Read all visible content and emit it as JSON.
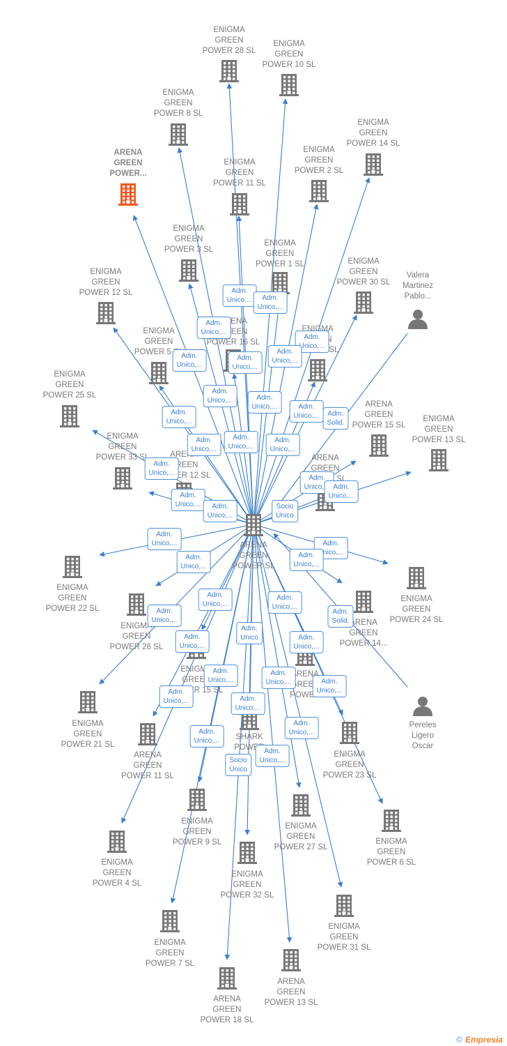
{
  "colors": {
    "edge": "#3a7fd0",
    "company": "#777777",
    "focus": "#ee5a24",
    "person": "#777777"
  },
  "diagram": {
    "center": {
      "id": "c",
      "label": "ARENA\nGREEN\nPOWER  SL"
    },
    "nodes": [
      {
        "id": "n1",
        "type": "company",
        "label": "ENIGMA\nGREEN\nPOWER 28  SL",
        "icon": "building-icon"
      },
      {
        "id": "n2",
        "type": "company",
        "label": "ENIGMA\nGREEN\nPOWER 10  SL",
        "icon": "building-icon"
      },
      {
        "id": "n3",
        "type": "company",
        "label": "ENIGMA\nGREEN\nPOWER 8  SL",
        "icon": "building-icon"
      },
      {
        "id": "n4",
        "type": "company",
        "label": "ENIGMA\nGREEN\nPOWER 14  SL",
        "icon": "building-icon"
      },
      {
        "id": "n5",
        "type": "company",
        "label": "ARENA\nGREEN\nPOWER...",
        "icon": "building-icon",
        "focus": true
      },
      {
        "id": "n6",
        "type": "company",
        "label": "ENIGMA\nGREEN\nPOWER 2  SL",
        "icon": "building-icon"
      },
      {
        "id": "n7",
        "type": "company",
        "label": "ENIGMA\nGREEN\nPOWER 11  SL",
        "icon": "building-icon"
      },
      {
        "id": "n8",
        "type": "company",
        "label": "ENIGMA\nGREEN\nPOWER 3  SL",
        "icon": "building-icon"
      },
      {
        "id": "n9",
        "type": "company",
        "label": "ENIGMA\nGREEN\nPOWER 1  SL",
        "icon": "building-icon"
      },
      {
        "id": "n10",
        "type": "company",
        "label": "ENIGMA\nGREEN\nPOWER 30  SL",
        "icon": "building-icon"
      },
      {
        "id": "n11",
        "type": "person",
        "label": "Valera\nMartinez\nPablo...",
        "icon": "person-icon"
      },
      {
        "id": "n12",
        "type": "company",
        "label": "ENIGMA\nGREEN\nPOWER 12  SL",
        "icon": "building-icon"
      },
      {
        "id": "n13",
        "type": "company",
        "label": "ARENA\nGREEN\nPOWER 16  SL",
        "icon": "building-icon"
      },
      {
        "id": "n14",
        "type": "company",
        "label": "ENIGMA\nGREEN\nPOWER 5  SL",
        "icon": "building-icon"
      },
      {
        "id": "n15",
        "type": "company",
        "label": "ENIGMA\nGREEN\nPOWER  SL",
        "icon": "building-icon"
      },
      {
        "id": "n16",
        "type": "company",
        "label": "ENIGMA\nGREEN\nPOWER 25  SL",
        "icon": "building-icon"
      },
      {
        "id": "n17",
        "type": "company",
        "label": "ARENA\nGREEN\nPOWER 15  SL",
        "icon": "building-icon"
      },
      {
        "id": "n18",
        "type": "company",
        "label": "ENIGMA\nGREEN\nPOWER 13  SL",
        "icon": "building-icon"
      },
      {
        "id": "n19",
        "type": "company",
        "label": "ENIGMA\nGREEN\nPOWER 33  SL",
        "icon": "building-icon"
      },
      {
        "id": "n20",
        "type": "company",
        "label": "ARENA\nGREEN\nPOWER 12  SL",
        "icon": "building-icon"
      },
      {
        "id": "n21",
        "type": "company",
        "label": "ARENA\nGREEN\nPOWER  SL",
        "icon": "building-icon"
      },
      {
        "id": "n22",
        "type": "company",
        "label": "ENIGMA\nGREEN\nPOWER 22  SL",
        "icon": "building-icon"
      },
      {
        "id": "n23",
        "type": "company",
        "label": "ENIGMA\nGREEN\nPOWER 24  SL",
        "icon": "building-icon"
      },
      {
        "id": "n24",
        "type": "company",
        "label": "ENIGMA\nGREEN\nPOWER 26  SL",
        "icon": "building-icon"
      },
      {
        "id": "n25",
        "type": "company",
        "label": "ARENA\nGREEN\nPOWER 14...",
        "icon": "building-icon"
      },
      {
        "id": "n26",
        "type": "company",
        "label": "ENIGMA\nGREEN\nPOWER 15  SL",
        "icon": "building-icon"
      },
      {
        "id": "n27",
        "type": "company",
        "label": "ARENA\nGREEN\nPOWER",
        "icon": "building-icon"
      },
      {
        "id": "n28",
        "type": "company",
        "label": "ENIGMA\nGREEN\nPOWER 21  SL",
        "icon": "building-icon"
      },
      {
        "id": "n29",
        "type": "person",
        "label": "Pereles\nLigero\nOscar",
        "icon": "person-icon"
      },
      {
        "id": "n30",
        "type": "company",
        "label": "SHARK\nPOWER",
        "icon": "building-icon"
      },
      {
        "id": "n31",
        "type": "company",
        "label": "ARENA\nGREEN\nPOWER 11  SL",
        "icon": "building-icon"
      },
      {
        "id": "n32",
        "type": "company",
        "label": "ENIGMA\nGREEN\nPOWER 23  SL",
        "icon": "building-icon"
      },
      {
        "id": "n33",
        "type": "company",
        "label": "ENIGMA\nGREEN\nPOWER 9  SL",
        "icon": "building-icon"
      },
      {
        "id": "n34",
        "type": "company",
        "label": "ENIGMA\nGREEN\nPOWER 27  SL",
        "icon": "building-icon"
      },
      {
        "id": "n35",
        "type": "company",
        "label": "ENIGMA\nGREEN\nPOWER 6  SL",
        "icon": "building-icon"
      },
      {
        "id": "n36",
        "type": "company",
        "label": "ENIGMA\nGREEN\nPOWER 4  SL",
        "icon": "building-icon"
      },
      {
        "id": "n37",
        "type": "company",
        "label": "ENIGMA\nGREEN\nPOWER 32  SL",
        "icon": "building-icon"
      },
      {
        "id": "n38",
        "type": "company",
        "label": "ENIGMA\nGREEN\nPOWER 31  SL",
        "icon": "building-icon"
      },
      {
        "id": "n39",
        "type": "company",
        "label": "ENIGMA\nGREEN\nPOWER 7  SL",
        "icon": "building-icon"
      },
      {
        "id": "n40",
        "type": "company",
        "label": "ARENA\nGREEN\nPOWER 13  SL",
        "icon": "building-icon"
      },
      {
        "id": "n41",
        "type": "company",
        "label": "ARENA\nGREEN\nPOWER 18  SL",
        "icon": "building-icon"
      }
    ],
    "edge_labels": [
      "Adm.\nUnico,...",
      "Adm.\nUnico,...",
      "Adm.\nUnico,...",
      "Adm.\nUnico,...",
      "Adm.\nUnico,...",
      "Adm.\nUnico,...",
      "Adm.\nUnico,...",
      "Adm.\nUnico,...",
      "Adm.\nUnico,...",
      "Adm.\nUnico,...",
      "Adm.\nSolid.",
      "Adm.\nUnico,...",
      "Adm.\nUnico,...",
      "Adm.\nUnico,...",
      "Adm.\nUnico,...",
      "Adm.\nUnico,...",
      "Adm.\nUnico,...",
      "Adm.\nUnico,...",
      "Adm.\nUnico,...",
      "Socio\nÚnico",
      "Adm.\nUnico,...",
      "Adm.\nUnico,...",
      "Adm.\nUnico,...",
      "Adm.\nUnico,...",
      "Adm.\nUnico,...",
      "Adm.\nUnico,...",
      "Adm.\nUnico,...",
      "Adm.\nSolid.",
      "Adm.\nUnico",
      "Adm.\nUnico,...",
      "Adm.\nUnico,...",
      "Adm.\nUnico,...",
      "Adm.\nUnico,...",
      "Adm.\nUnico,...",
      "Adm.\nUnico,...",
      "Adm.\nUnico,...",
      "Adm.\nUnico,...",
      "Adm.\nUnico,...",
      "Adm.\nUnico,...",
      "Socio\nÚnico",
      "Adm.\nUnico,..."
    ]
  },
  "footer": {
    "copyright": "©",
    "brand": "Empresia"
  }
}
